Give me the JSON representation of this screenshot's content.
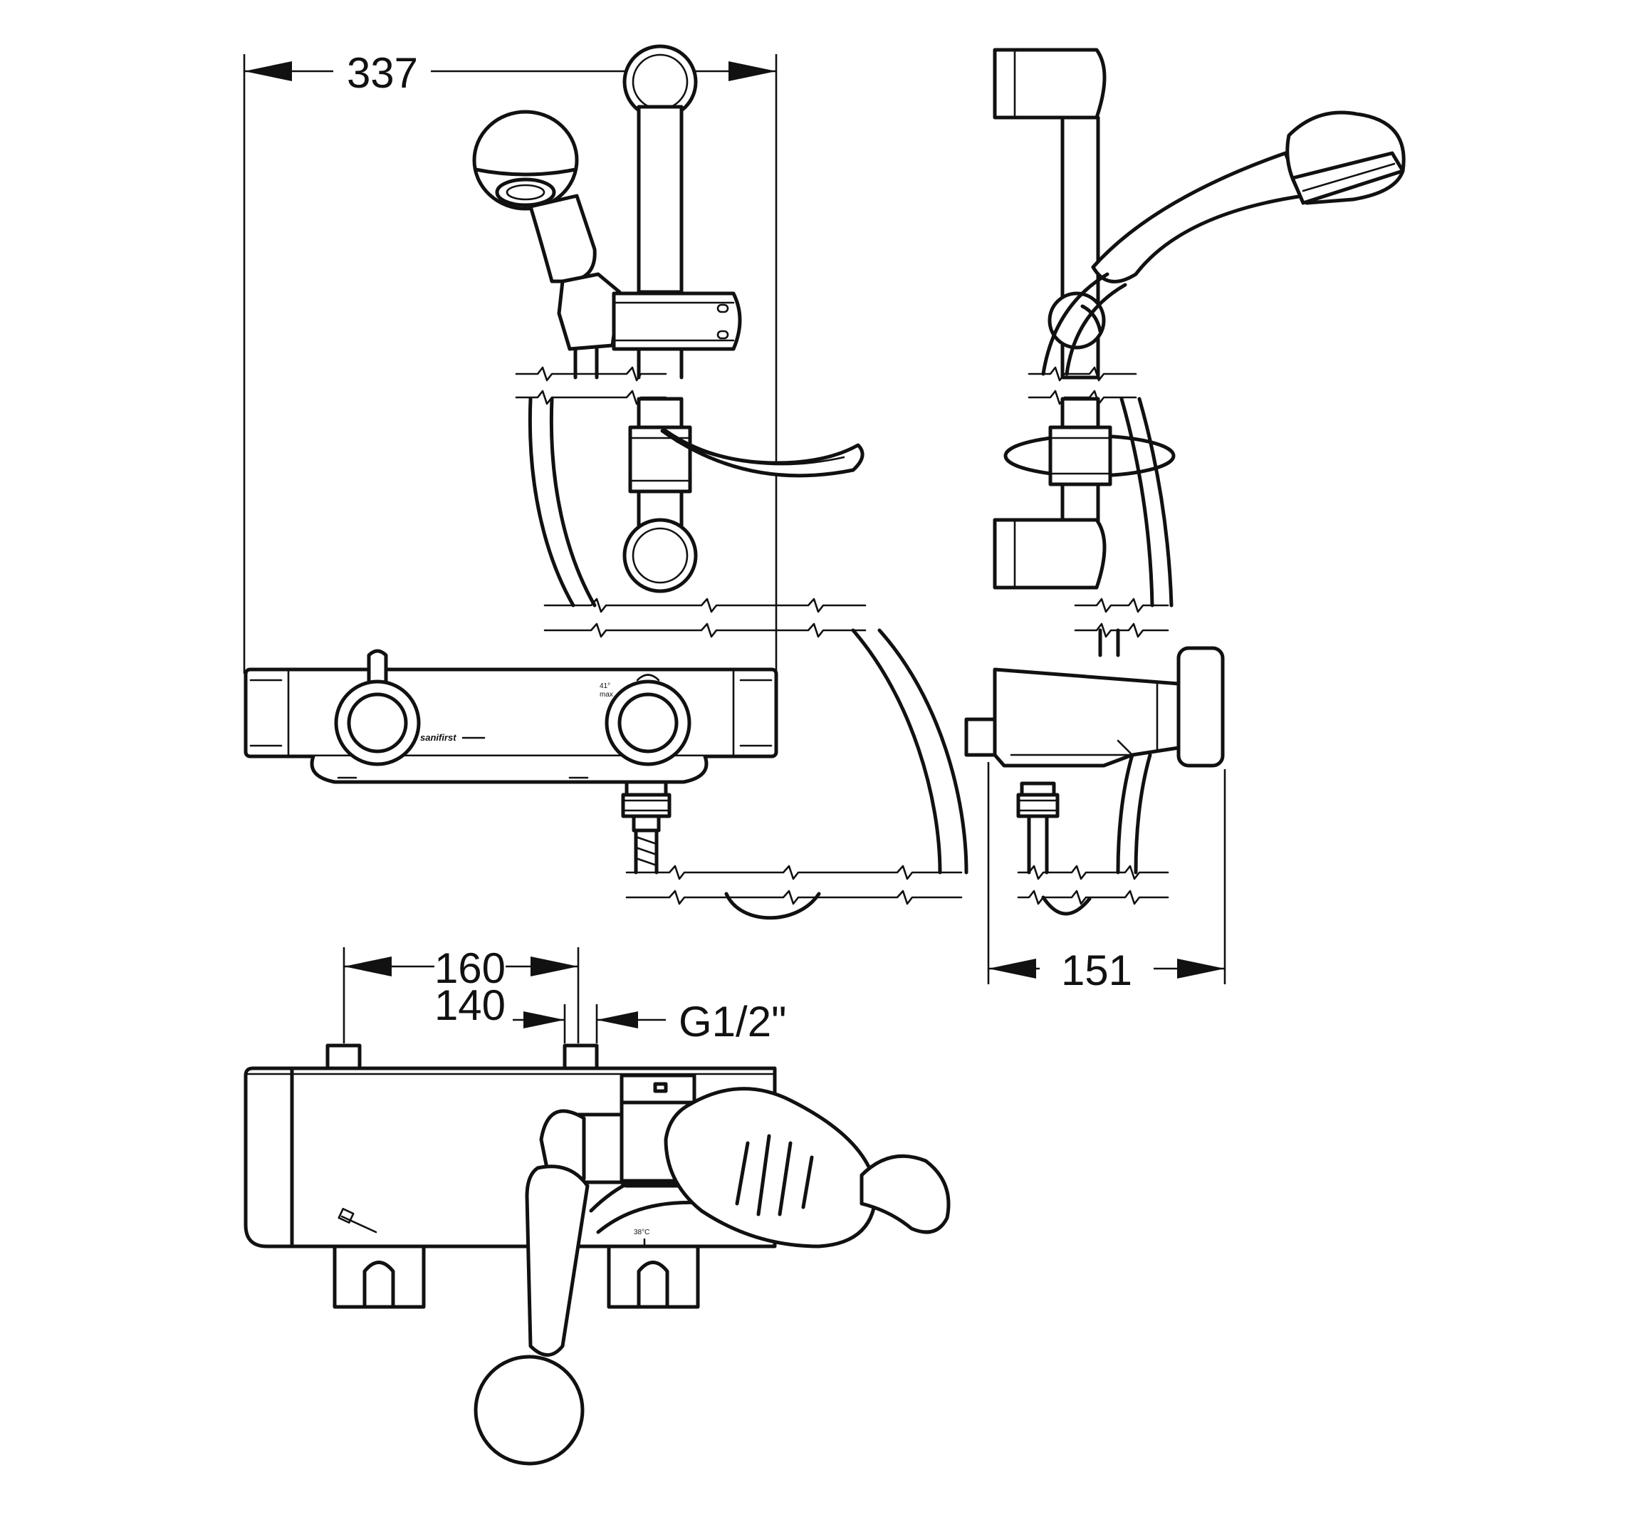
{
  "dimensions": {
    "width_front": "337",
    "depth_side": "151",
    "centres_max": "160",
    "centres_min": "140",
    "outlet_thread": "G1/2\""
  },
  "markings": {
    "brand": "sanifirst",
    "temp_stop": "41°",
    "temp_stop_sub": "max",
    "temp_default": "38°C"
  }
}
